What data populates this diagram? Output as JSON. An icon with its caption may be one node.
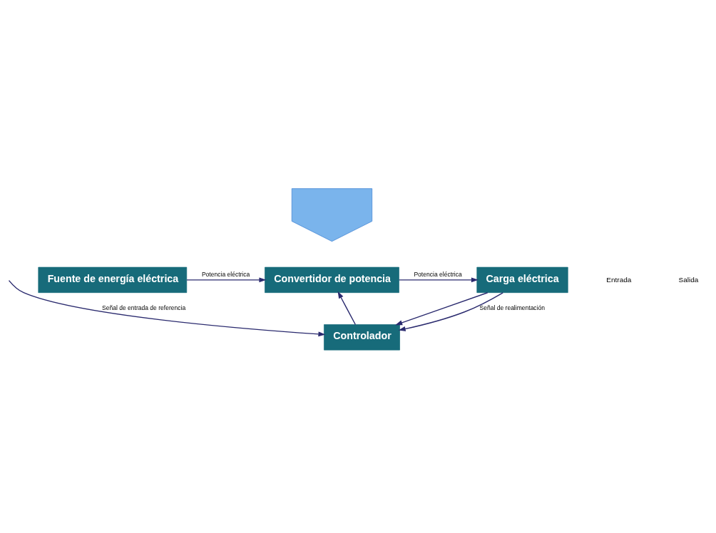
{
  "diagram": {
    "nodes": [
      {
        "text": [],
        "shape": "arrow"
      },
      {
        "text": [
          "Fuente de energía eléctrica"
        ]
      },
      {
        "text": [
          "Convertidor de potencia"
        ]
      },
      {
        "text": [
          "Carga eléctrica"
        ]
      },
      {
        "text": [
          "Controlador"
        ]
      }
    ],
    "edges": [
      {
        "from": 1,
        "to": 2,
        "arrow": "to",
        "label": "Potencia eléctrica"
      },
      {
        "from": 2,
        "to": 3,
        "arrow": "to",
        "label": "Potencia eléctrica"
      },
      {
        "from": 4,
        "to": 2,
        "arrow": "to"
      },
      {
        "from": 3,
        "to": 4,
        "arrow": "to"
      },
      {
        "from": 3,
        "to": 4,
        "arrow": "to",
        "label": "Señal de realimentación"
      },
      {
        "from": null,
        "to": 4,
        "arrow": "to",
        "label": "Señal de entrada de referencia"
      }
    ],
    "labels": [
      "Entrada",
      "Salida"
    ]
  }
}
